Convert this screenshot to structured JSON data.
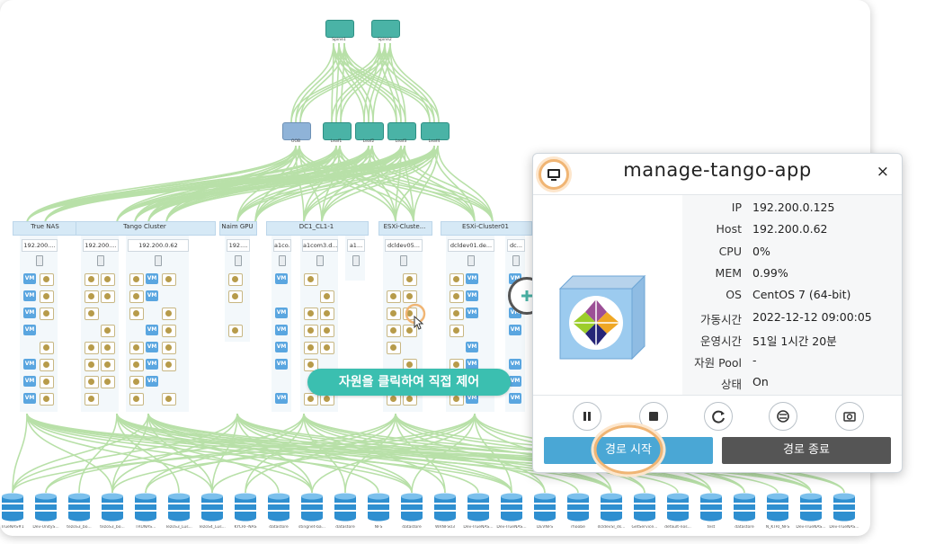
{
  "topology": {
    "spines": [
      "Spine1",
      "Spine2"
    ],
    "leaves": [
      "OOB",
      "Leaf1",
      "Leaf2",
      "Leaf3",
      "Leaf4"
    ],
    "groups": [
      {
        "title": "True NAS",
        "ips": [
          "192.200...."
        ]
      },
      {
        "title": "Tango Cluster",
        "ips": [
          "192.200....",
          "192.200.0.62"
        ]
      },
      {
        "title": "Naim GPU",
        "ips": [
          "192...."
        ]
      },
      {
        "title": "DC1_CL1-1",
        "ips": [
          "a1co...",
          "a1com3.d...",
          "a1..."
        ]
      },
      {
        "title": "ESXi-Cluste...",
        "ips": [
          "dcldev05..."
        ]
      },
      {
        "title": "ESXi-Cluster01",
        "ips": [
          "dcldev01.de...",
          "dc..."
        ]
      }
    ],
    "vm_label": "VM",
    "storage_labels": [
      "TrueNAS#1",
      "Dev-UnityS...",
      "tezoS3_bo...",
      "tezoS3_bo...",
      "TRUNAS...",
      "TezoS3_Lus...",
      "TezoS4_Lus...",
      "KYCRF-NAS",
      "datastore",
      "stingnet-ba...",
      "datastore",
      "NFS",
      "datastore",
      "WRNFS03",
      "Dev-TrueNAS...",
      "Dev-TrueNAS...",
      "DEVNFS",
      "rhoobe",
      "dcldevSI_ds...",
      "GetService...",
      "default-nos...",
      "test",
      "datastore",
      "N_KTRI_NFS",
      "Dev-TrueNAS...",
      "Dev-TrueNAS..."
    ]
  },
  "callout": {
    "text": "자원을 클릭하여 직접 제어"
  },
  "panel": {
    "title": "manage-tango-app",
    "close": "×",
    "monitor_icon": "monitor-icon",
    "fields": [
      {
        "key": "IP",
        "value": "192.200.0.125"
      },
      {
        "key": "Host",
        "value": "192.200.0.62"
      },
      {
        "key": "CPU",
        "value": "0%"
      },
      {
        "key": "MEM",
        "value": "0.99%"
      },
      {
        "key": "OS",
        "value": "CentOS 7 (64-bit)"
      },
      {
        "key": "가동시간",
        "value": "2022-12-12 09:00:05"
      },
      {
        "key": "운영시간",
        "value": "51일 1시간 20분"
      },
      {
        "key": "자원 Pool",
        "value": "-"
      },
      {
        "key": "상태",
        "value": "On"
      }
    ],
    "controls": [
      "pause-icon",
      "stop-icon",
      "restart-icon",
      "migrate-icon",
      "snapshot-icon"
    ],
    "start_button": "경로 시작",
    "end_button": "경로 종료"
  },
  "colors": {
    "accent": "#3bbfb0",
    "start": "#4aa7d5",
    "end": "#555555",
    "link": "#b8e0a8",
    "highlight": "#f0b574"
  }
}
